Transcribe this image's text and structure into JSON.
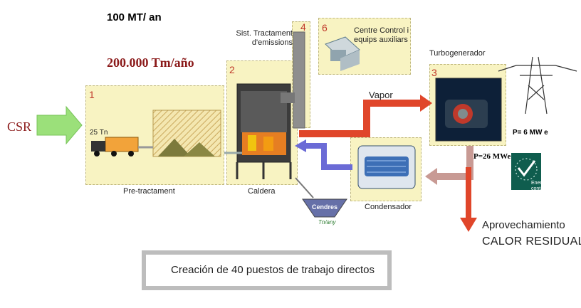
{
  "header": {
    "capacity_mt": "100 MT/ an",
    "capacity_tm": "200.000 Tm/año"
  },
  "input": {
    "label": "CSR",
    "truck_label": "25 Tn"
  },
  "steps": [
    {
      "number": "1",
      "label": "Pre-tractament"
    },
    {
      "number": "2",
      "label": "Caldera"
    },
    {
      "number": "3",
      "label": "Turbogenerador"
    },
    {
      "number": "4",
      "label": "Sist. Tractament d'emissions"
    },
    {
      "number": "6",
      "label": "Centre Control i equips auxiliars"
    }
  ],
  "condenser": {
    "label": "Condensador"
  },
  "ashes": {
    "label": "Cendres",
    "sublabel": "Tn/any"
  },
  "flows": {
    "vapor": "Vapor"
  },
  "power": {
    "net": "P= 6 MW e",
    "gross": "P=26 MWe"
  },
  "energy_badge": {
    "label": "Energia i contamin"
  },
  "residual": {
    "line1": "Aprovechamiento",
    "line2": "CALOR RESIDUAL"
  },
  "footer": {
    "jobs": "Creación de 40 puestos de trabajo directos"
  },
  "colors": {
    "accent_red": "#8b1a1a",
    "panel": "#f8f3c2",
    "vapor_arrow": "#e0462a",
    "return_arrow": "#6b6bd6"
  }
}
